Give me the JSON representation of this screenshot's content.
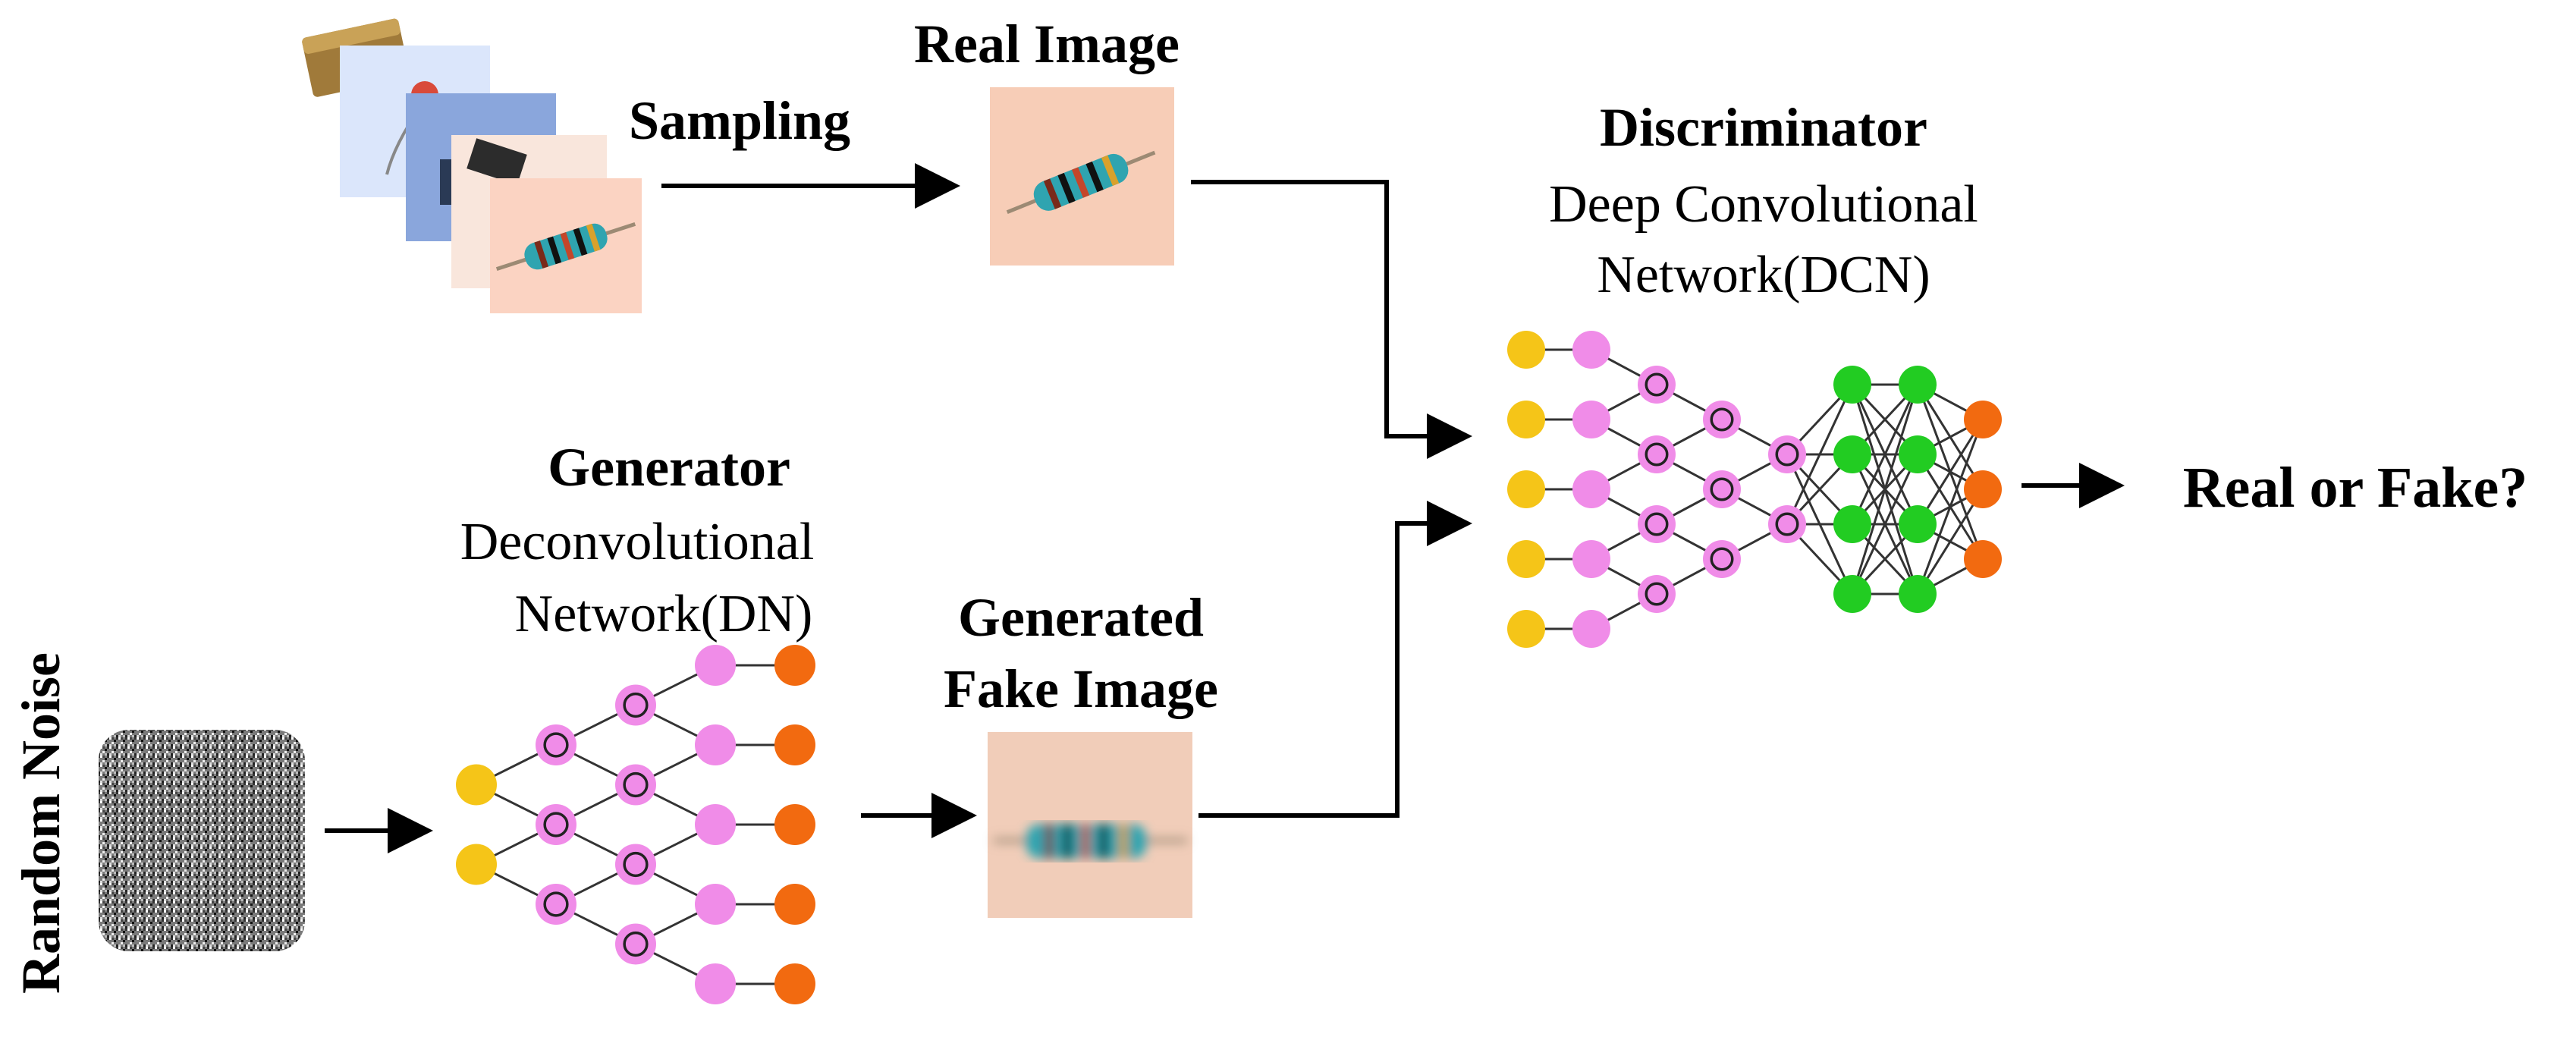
{
  "labels": {
    "sampling": "Sampling",
    "real_image": "Real Image",
    "discriminator_title": "Discriminator",
    "discriminator_sub1": "Deep Convolutional",
    "discriminator_sub2": "Network(DCN)",
    "generator_title": "Generator",
    "generator_sub1": "Deconvolutional",
    "generator_sub2": "Network(DN)",
    "fake_line1": "Generated",
    "fake_line2": "Fake Image",
    "random_noise": "Random Noise",
    "output": "Real or Fake?"
  },
  "colors": {
    "input_node": "#f5c518",
    "hidden_node": "#f08ce8",
    "dense_node": "#22cc22",
    "output_node": "#f26a10",
    "arrow": "#000000",
    "image_bg": "#f6cdb8",
    "noise_bg": "#808080"
  },
  "networks": {
    "generator": {
      "layers": [
        {
          "count": 2,
          "kind": "input"
        },
        {
          "count": 3,
          "kind": "conv"
        },
        {
          "count": 4,
          "kind": "conv"
        },
        {
          "count": 5,
          "kind": "plain"
        },
        {
          "count": 5,
          "kind": "output"
        }
      ]
    },
    "discriminator": {
      "layers": [
        {
          "count": 5,
          "kind": "input"
        },
        {
          "count": 5,
          "kind": "plain"
        },
        {
          "count": 4,
          "kind": "conv"
        },
        {
          "count": 3,
          "kind": "conv"
        },
        {
          "count": 2,
          "kind": "conv"
        },
        {
          "count": 4,
          "kind": "dense"
        },
        {
          "count": 4,
          "kind": "dense"
        },
        {
          "count": 3,
          "kind": "output"
        }
      ]
    }
  }
}
